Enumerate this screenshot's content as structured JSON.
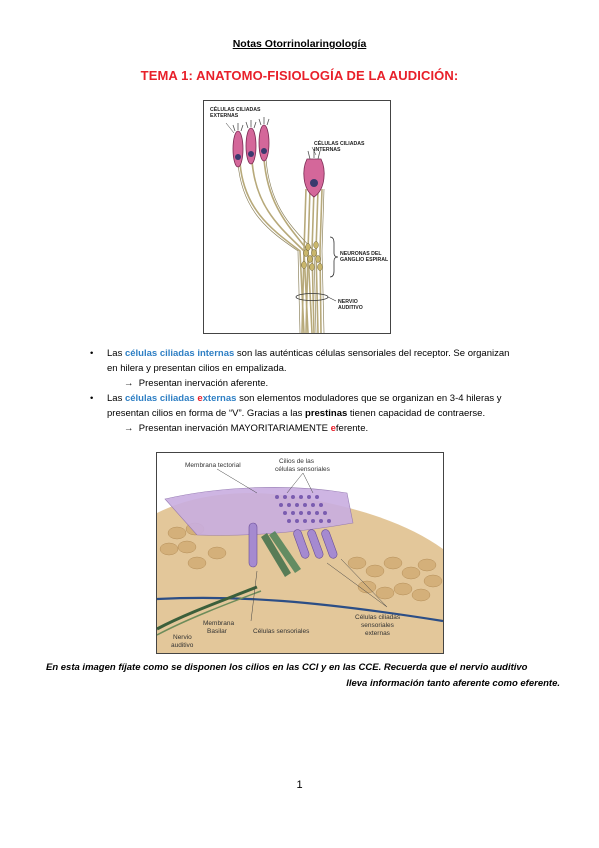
{
  "header": "Notas Otorrinolaringología",
  "title": "TEMA 1: ANATOMO-FISIOLOGÍA DE LA AUDICIÓN:",
  "figure1": {
    "labels": {
      "cce": [
        "CÉLULAS CILIADAS",
        "EXTERNAS"
      ],
      "cci": [
        "CÉLULAS CILIADAS",
        "INTERNAS"
      ],
      "neuronas": [
        "NEURONAS DEL",
        "GANGLIO ESPIRAL"
      ],
      "nervio": [
        "NERVIO",
        "AUDITIVO"
      ]
    }
  },
  "bullets": [
    {
      "pre": "Las ",
      "highlight": "células ciliadas internas",
      "post1": " son las auténticas células sensoriales del receptor. Se organizan",
      "line2": "en hilera y presentan cilios en empalizada.",
      "sub_arrow": "→",
      "sub": "Presentan inervación aferente."
    },
    {
      "pre": "Las ",
      "highlight_a": "células ciliadas ",
      "highlight_e": "e",
      "highlight_b": "xternas",
      "post1": " son elementos moduladores que se organizan en 3-4 hileras y",
      "line2a": "presentan cilios en forma de “V”. Gracias a las ",
      "line2b": "prestinas",
      "line2c": " tienen capacidad de contraerse.",
      "sub_arrow": "→",
      "sub_a": "Presentan inervación MAYORITARIAMENTE ",
      "sub_e": "e",
      "sub_b": "ferente."
    }
  ],
  "figure2": {
    "labels": {
      "membrana_tectorial": "Membrana tectorial",
      "cilios": [
        "Cilios de las",
        "células sensoriales"
      ],
      "nervio": [
        "Nervio",
        "auditivo"
      ],
      "membrana_basilar": [
        "Membrana",
        "Basilar"
      ],
      "celulas_sensoriales": "Células sensoriales",
      "celulas_ciliadas_ext": [
        "Células ciliadas",
        "sensoriales",
        "externas"
      ]
    }
  },
  "caption": {
    "line1": "En esta imagen fíjate como se disponen los cilios en las CCI y en las CCE. Recuerda que el nervio auditivo",
    "line2": "lleva información tanto aferente como eferente."
  },
  "page_number": "1",
  "colors": {
    "title_red": "#e8202a",
    "highlight_blue": "#2e7fc4"
  }
}
